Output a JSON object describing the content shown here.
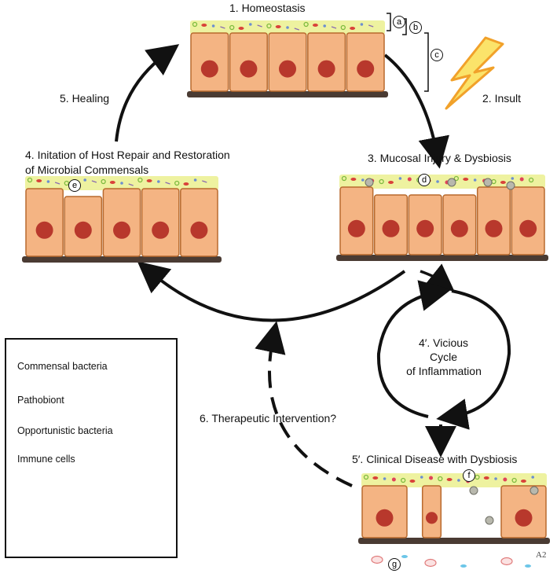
{
  "stages": {
    "homeostasis": "1. Homeostasis",
    "insult": "2. Insult",
    "injury": "3. Mucosal Injury & Dysbiosis",
    "repair_line1": "4. Initation of Host Repair and Restoration",
    "repair_line2": "of Microbial Commensals",
    "healing": "5. Healing",
    "vicious_line1": "4′. Vicious",
    "vicious_line2": "Cycle",
    "vicious_line3": "of Inflammation",
    "clinical": "5′. Clinical Disease with Dysbiosis",
    "therapeutic": "6. Therapeutic Intervention?"
  },
  "markers": {
    "a": "a",
    "b": "b",
    "c": "c",
    "d": "d",
    "e": "e",
    "f": "f",
    "g": "g"
  },
  "legend": {
    "commensal": "Commensal bacteria",
    "pathobiont": "Pathobiont",
    "opportunistic": "Opportunistic bacteria",
    "immune": "Immune cells"
  },
  "signature": "A2",
  "colors": {
    "cell_fill": "#f4b483",
    "cell_border": "#b86a2e",
    "nucleus": "#b8382c",
    "mucus": "#eef2a0",
    "basement": "#4a3b33",
    "lightning_fill": "#fbe36a",
    "lightning_edge": "#f1a12a",
    "commensal_green": "#7dbb3f",
    "commensal_red": "#d9423a",
    "commensal_blue": "#6c8fd0",
    "pathobiont": "#e0445a",
    "opportunistic": "#6cc6e8",
    "immune": "#8a8a80"
  }
}
